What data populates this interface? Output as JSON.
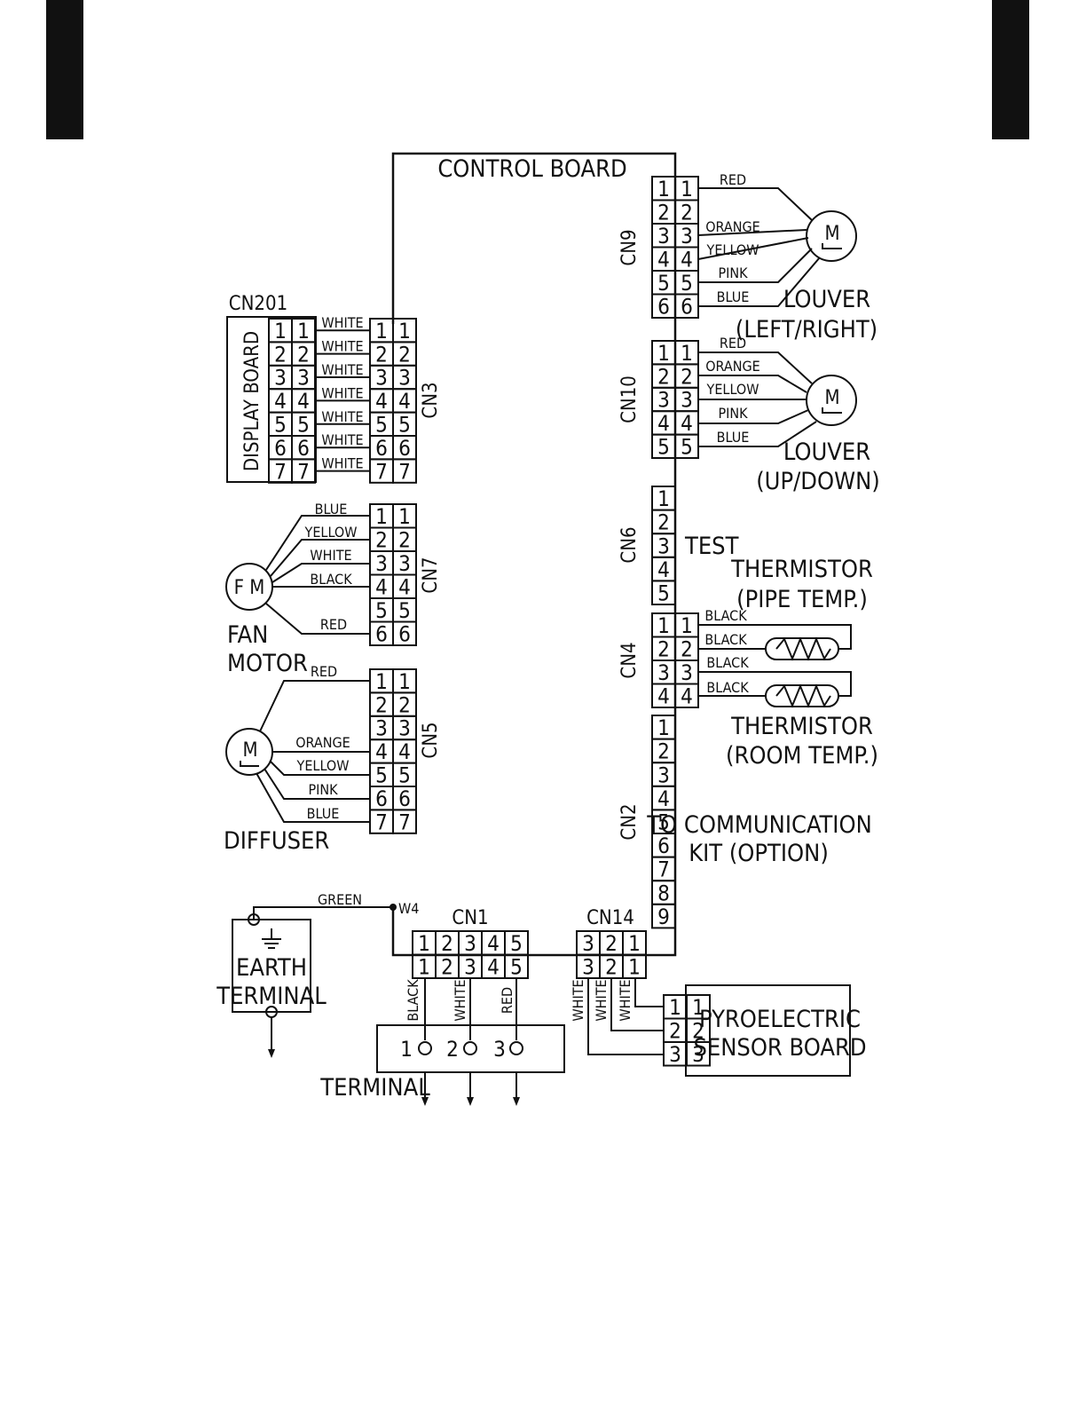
{
  "labels": {
    "control_board": "CONTROL BOARD",
    "display_board": "DISPLAY BOARD",
    "cn201": "CN201",
    "cn3": "CN3",
    "cn7": "CN7",
    "cn5": "CN5",
    "cn9": "CN9",
    "cn10": "CN10",
    "cn6": "CN6",
    "cn4": "CN4",
    "cn2": "CN2",
    "cn1": "CN1",
    "cn14": "CN14",
    "w4": "W4",
    "motor_m": "M",
    "fan_motor_symbol": "F M",
    "fan": "FAN",
    "motor": "MOTOR",
    "diffuser": "DIFFUSER",
    "louver": "LOUVER",
    "left_right": "(LEFT/RIGHT)",
    "up_down": "(UP/DOWN)",
    "test": "TEST",
    "thermistor": "THERMISTOR",
    "pipe_temp": "(PIPE TEMP.)",
    "room_temp": "(ROOM TEMP.)",
    "comm1": "TO COMMUNICATION",
    "comm2": "KIT (OPTION)",
    "earth": "EARTH",
    "terminal_word": "TERMINAL",
    "terminal": "TERMINAL",
    "pyro1": "PYROELECTRIC",
    "pyro2": "SENSOR BOARD"
  },
  "wires": {
    "cn3": [
      "WHITE",
      "WHITE",
      "WHITE",
      "WHITE",
      "WHITE",
      "WHITE",
      "WHITE"
    ],
    "cn7": [
      "BLUE",
      "YELLOW",
      "WHITE",
      "BLACK",
      "RED"
    ],
    "cn5": [
      "RED",
      "ORANGE",
      "YELLOW",
      "PINK",
      "BLUE"
    ],
    "cn9": [
      "RED",
      "ORANGE",
      "YELLOW",
      "PINK",
      "BLUE"
    ],
    "cn10": [
      "RED",
      "ORANGE",
      "YELLOW",
      "PINK",
      "BLUE"
    ],
    "cn4": [
      "BLACK",
      "BLACK",
      "BLACK",
      "BLACK"
    ],
    "cn1": [
      "BLACK",
      "WHITE",
      "RED"
    ],
    "cn14": [
      "WHITE",
      "WHITE",
      "WHITE"
    ],
    "earth": "GREEN"
  },
  "pins": {
    "seq7": [
      "1",
      "2",
      "3",
      "4",
      "5",
      "6",
      "7"
    ],
    "seq6": [
      "1",
      "2",
      "3",
      "4",
      "5",
      "6"
    ],
    "seq5": [
      "1",
      "2",
      "3",
      "4",
      "5"
    ],
    "seq4": [
      "1",
      "2",
      "3",
      "4"
    ],
    "seq9": [
      "1",
      "2",
      "3",
      "4",
      "5",
      "6",
      "7",
      "8",
      "9"
    ],
    "seq3": [
      "1",
      "2",
      "3"
    ],
    "rev3": [
      "3",
      "2",
      "1"
    ],
    "terminal": [
      "1",
      "2",
      "3"
    ]
  }
}
